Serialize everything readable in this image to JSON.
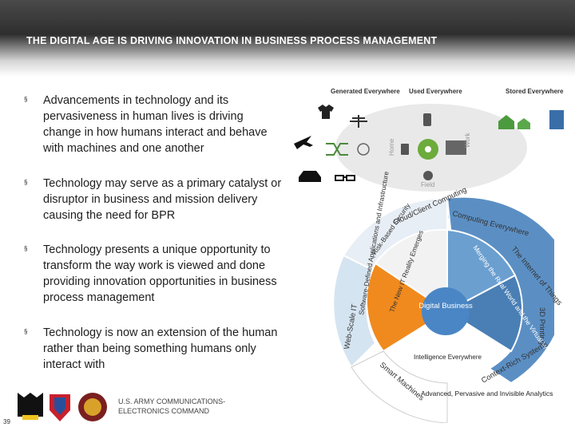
{
  "title": "THE DIGITAL AGE IS DRIVING INNOVATION IN BUSINESS PROCESS MANAGEMENT",
  "bullets": [
    "Advancements in technology and its pervasiveness in human lives is driving change in how humans interact and behave with machines and one another",
    "Technology may serve as a primary catalyst or disruptor in business and mission delivery causing the need for BPR",
    "Technology presents a unique opportunity to transform the way work is viewed and done providing innovation opportunities in business process management",
    "Technology is now an extension of the human rather than being something humans only interact with"
  ],
  "bullet_marker": "§",
  "diagram": {
    "col_generated": "Generated Everywhere",
    "col_used": "Used Everywhere",
    "col_stored": "Stored Everywhere",
    "lbl_field": "Field",
    "lbl_home": "Home",
    "lbl_work": "Work",
    "center": "Digital Business",
    "inner": {
      "risk": "Risk-Based Security",
      "new_it": "The New IT Reality Emerges",
      "merging": "Merging the Real World and the Virtual World"
    },
    "outer": {
      "cloud": "Cloud/Client Computing",
      "computing": "Computing Everywhere",
      "iot": "The Internet of Things",
      "printing": "3D Printing",
      "software": "Software-Defined Applications and Infrastructure",
      "webscale": "Web-Scale IT",
      "smart": "Smart Machines",
      "intelligence": "Intelligence Everywhere",
      "context": "Context-Rich Systems",
      "analytics": "Advanced, Pervasive and Invisible Analytics"
    }
  },
  "footer": {
    "agency_line1": "U.S. ARMY COMMUNICATIONS-",
    "agency_line2": "ELECTRONICS COMMAND"
  },
  "page_number": "39",
  "colors": {
    "orange": "#f08a1e",
    "blue": "#4a7fb5",
    "light_blue": "#8fb2d4",
    "outer_blue": "#9dc0de",
    "green": "#3e8a46",
    "title_text": "#ffffff"
  }
}
